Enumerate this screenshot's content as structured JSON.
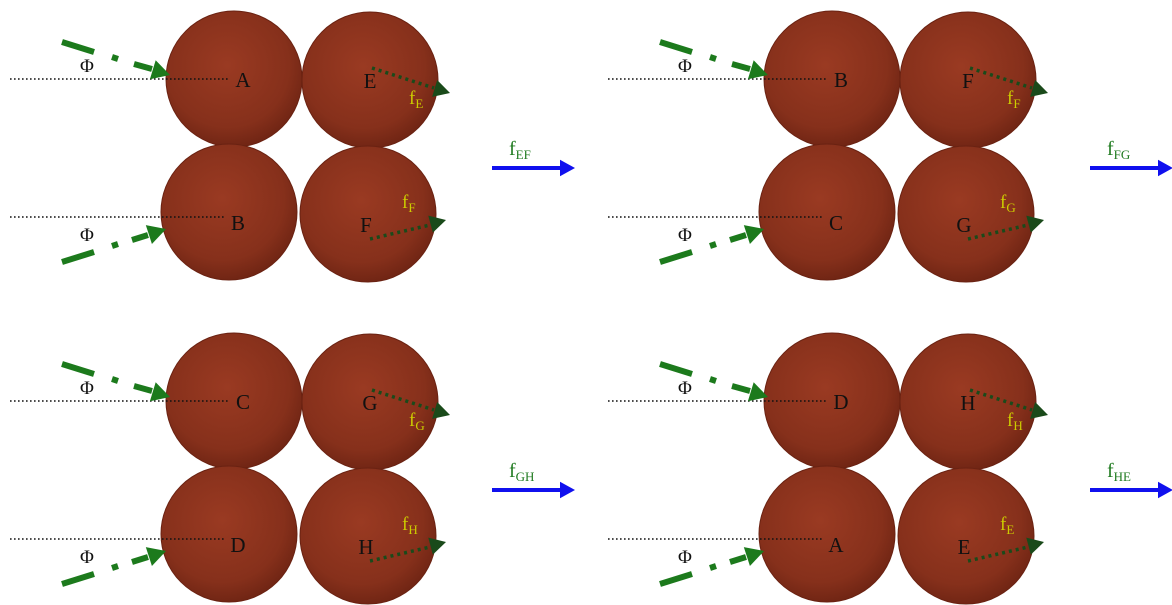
{
  "colors": {
    "sphere": "#8c2e1a",
    "incoming_arrow": "#1c7a1c",
    "force_arrow": "#1a4a1a",
    "flow_arrow": "#1010ee",
    "force_label": "#cccc00",
    "flow_label": "#1f7a1f"
  },
  "phi_symbol": "Φ",
  "panels": [
    {
      "top_left": "A",
      "top_right": "E",
      "bottom_left": "B",
      "bottom_right": "F",
      "top_force": {
        "main": "f",
        "sub": "E"
      },
      "bottom_force": {
        "main": "f",
        "sub": "F"
      },
      "flow": {
        "main": "f",
        "sub": "EF"
      }
    },
    {
      "top_left": "B",
      "top_right": "F",
      "bottom_left": "C",
      "bottom_right": "G",
      "top_force": {
        "main": "f",
        "sub": "F"
      },
      "bottom_force": {
        "main": "f",
        "sub": "G"
      },
      "flow": {
        "main": "f",
        "sub": "FG"
      }
    },
    {
      "top_left": "C",
      "top_right": "G",
      "bottom_left": "D",
      "bottom_right": "H",
      "top_force": {
        "main": "f",
        "sub": "G"
      },
      "bottom_force": {
        "main": "f",
        "sub": "H"
      },
      "flow": {
        "main": "f",
        "sub": "GH"
      }
    },
    {
      "top_left": "D",
      "top_right": "H",
      "bottom_left": "A",
      "bottom_right": "E",
      "top_force": {
        "main": "f",
        "sub": "H"
      },
      "bottom_force": {
        "main": "f",
        "sub": "E"
      },
      "flow": {
        "main": "f",
        "sub": "HE"
      }
    }
  ]
}
